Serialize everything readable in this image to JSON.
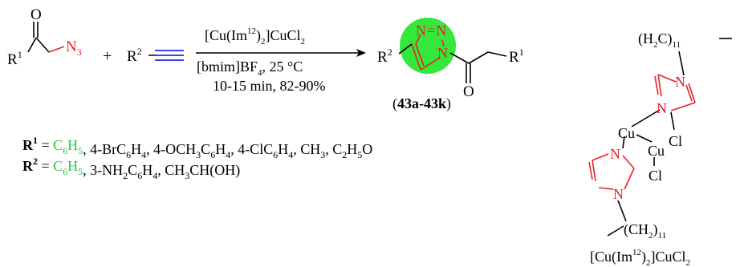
{
  "colors": {
    "black": "#000000",
    "heteroatom_red": "#e8202a",
    "highlight_green": "#22c93c",
    "highlight_fill": "#33e83a"
  },
  "reactant1": {
    "o": "O",
    "r": "R",
    "r_sup": "1",
    "n3": "N",
    "n3_sub": "3"
  },
  "plus": "+",
  "reactant2": {
    "r": "R",
    "r_sup": "2"
  },
  "conditions": {
    "catalyst_a": "[Cu(Im",
    "catalyst_sup": "12",
    "catalyst_b": ")",
    "catalyst_sub": "2",
    "catalyst_c": "]CuCl",
    "catalyst_sub2": "2",
    "solvent_a": "[bmim]BF",
    "solvent_sub": "4",
    "solvent_b": ", 25 °C",
    "time_yield": "10-15 min, 82-90%"
  },
  "product": {
    "n1": "N",
    "eq": "=",
    "n2": "N",
    "n3": "N",
    "r2": "R",
    "r2_sup": "2",
    "o": "O",
    "r1": "R",
    "r1_sup": "1",
    "label_open": "(",
    "label": "43a-43k",
    "label_close": ")"
  },
  "substituents": {
    "r1_label": "R",
    "r1_sup": "1",
    "r1_eq": " = ",
    "r1_green_a": "C",
    "r1_green_sub": "6",
    "r1_green_b": "H",
    "r1_green_sub2": "5",
    "r1_rest": [
      {
        "t": ", 4-BrC"
      },
      {
        "s": "6"
      },
      {
        "t": "H"
      },
      {
        "s": "4"
      },
      {
        "t": ", 4-OCH"
      },
      {
        "s": "3"
      },
      {
        "t": "C"
      },
      {
        "s": "6"
      },
      {
        "t": "H"
      },
      {
        "s": "4"
      },
      {
        "t": ", 4-ClC"
      },
      {
        "s": "6"
      },
      {
        "t": "H"
      },
      {
        "s": "4"
      },
      {
        "t": ", CH"
      },
      {
        "s": "3"
      },
      {
        "t": ", C"
      },
      {
        "s": "2"
      },
      {
        "t": "H"
      },
      {
        "s": "5"
      },
      {
        "t": "O"
      }
    ],
    "r2_label": "R",
    "r2_sup": "2",
    "r2_eq": " = ",
    "r2_green_a": "C",
    "r2_green_sub": "6",
    "r2_green_b": "H",
    "r2_green_sub2": "5",
    "r2_rest": [
      {
        "t": ", 3-NH"
      },
      {
        "s": "2"
      },
      {
        "t": "C"
      },
      {
        "s": "6"
      },
      {
        "t": "H"
      },
      {
        "s": "4"
      },
      {
        "t": ", CH"
      },
      {
        "s": "3"
      },
      {
        "t": "CH(OH)"
      }
    ]
  },
  "complex": {
    "top_chain_a": "(H",
    "top_chain_sub": "2",
    "top_chain_b": "C)",
    "top_chain_sub2": "11",
    "n_top1": "N",
    "n_top2": "N",
    "cu1": "Cu",
    "cu2": "Cu",
    "cl1": "Cl",
    "cl2": "Cl",
    "n_bot1": "N",
    "n_bot2": "N",
    "bottom_chain_a": "(CH",
    "bottom_chain_sub": "2",
    "bottom_chain_b": ")",
    "bottom_chain_sub2": "11",
    "caption_a": "[Cu(Im",
    "caption_sup": "12",
    "caption_b": ")",
    "caption_sub": "2",
    "caption_c": "]CuCl",
    "caption_sub2": "2"
  }
}
